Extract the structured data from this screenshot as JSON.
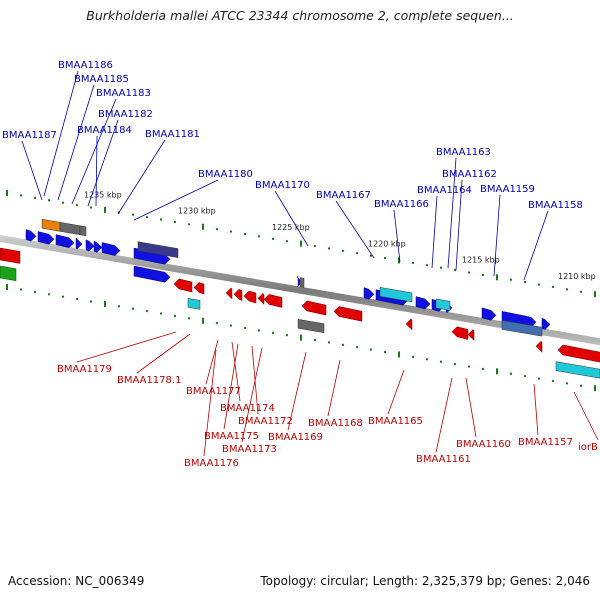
{
  "title": "Burkholderia mallei ATCC 23344 chromosome 2, complete sequen...",
  "footer": {
    "accession": "Accession: NC_006349",
    "topology": "Topology: circular; Length: 2,325,379 bp; Genes: 2,046"
  },
  "colors": {
    "top_label": "#0000b4",
    "bottom_label": "#c00000",
    "backbone": "#8a8a8a",
    "tick": "#1a7a1a",
    "gene_blue": "#1010e0",
    "gene_red": "#e00000",
    "gene_cyan": "#20c8d8",
    "gene_gray": "#666666",
    "gene_orange": "#e8800a",
    "gene_purple": "#3a3a8a",
    "gene_steel": "#4070b0",
    "gene_green": "#1aa01a"
  },
  "kbp_labels": [
    "1235 kbp",
    "1230 kbp",
    "1225 kbp",
    "1220 kbp",
    "1215 kbp",
    "1210 kbp"
  ],
  "top_genes": [
    "BMAA1186",
    "BMAA1185",
    "BMAA1183",
    "BMAA1182",
    "BMAA1184",
    "BMAA1187",
    "BMAA1181",
    "BMAA1180",
    "BMAA1170",
    "BMAA1167",
    "BMAA1166",
    "BMAA1164",
    "BMAA1163",
    "BMAA1162",
    "BMAA1159",
    "BMAA1158"
  ],
  "bottom_genes": [
    "BMAA1179",
    "BMAA1178.1",
    "BMAA1177",
    "BMAA1174",
    "BMAA1175",
    "BMAA1172",
    "BMAA1173",
    "BMAA1176",
    "BMAA1169",
    "BMAA1168",
    "BMAA1165",
    "BMAA1160",
    "BMAA1161",
    "BMAA1157",
    "iorB"
  ]
}
